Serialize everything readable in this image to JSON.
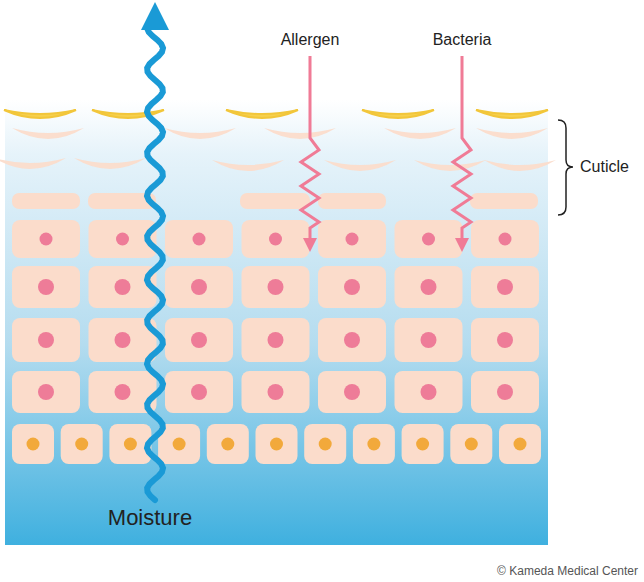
{
  "diagram": {
    "labels": [
      "Allergen",
      "Bacteria",
      "Cuticle",
      "Moisture",
      "© Kameda Medical Center"
    ]
  }
}
